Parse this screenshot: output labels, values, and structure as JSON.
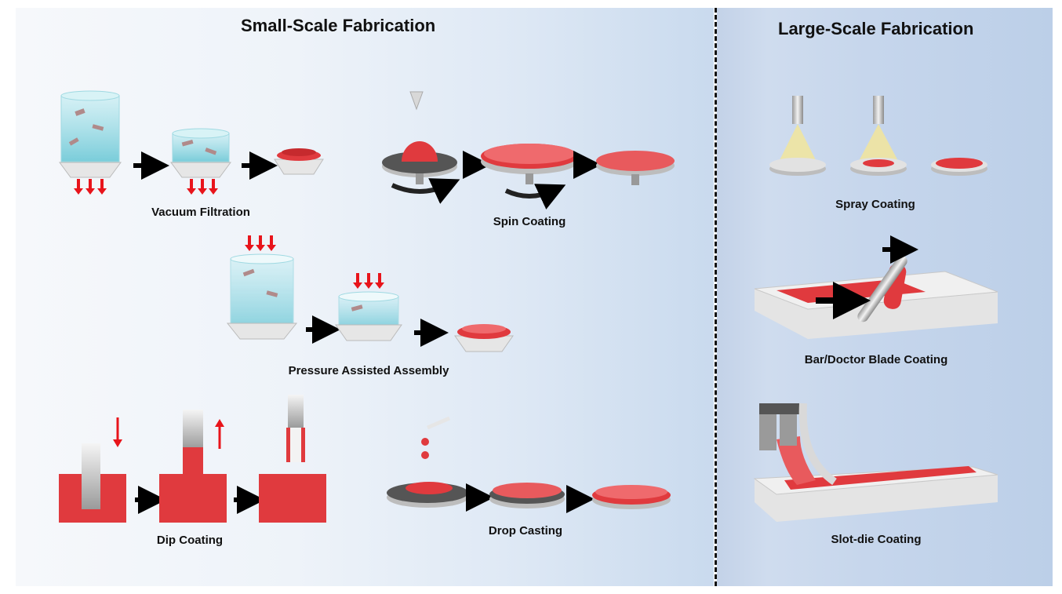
{
  "headings": {
    "small_scale": "Small-Scale Fabrication",
    "large_scale": "Large-Scale Fabrication"
  },
  "methods": {
    "vacuum_filtration": "Vacuum Filtration",
    "spin_coating": "Spin Coating",
    "pressure_assisted_assembly": "Pressure Assisted Assembly",
    "dip_coating": "Dip Coating",
    "drop_casting": "Drop Casting",
    "spray_coating": "Spray Coating",
    "bar_doctor_blade_coating": "Bar/Doctor Blade Coating",
    "slot_die_coating": "Slot-die Coating"
  },
  "colors": {
    "film_red": "#e03a3e",
    "arrow_red": "#e8141b",
    "liquid_cyan": "#8fd6e0",
    "substrate_gray": "#d5d5d5",
    "arrow_black": "#000000"
  }
}
